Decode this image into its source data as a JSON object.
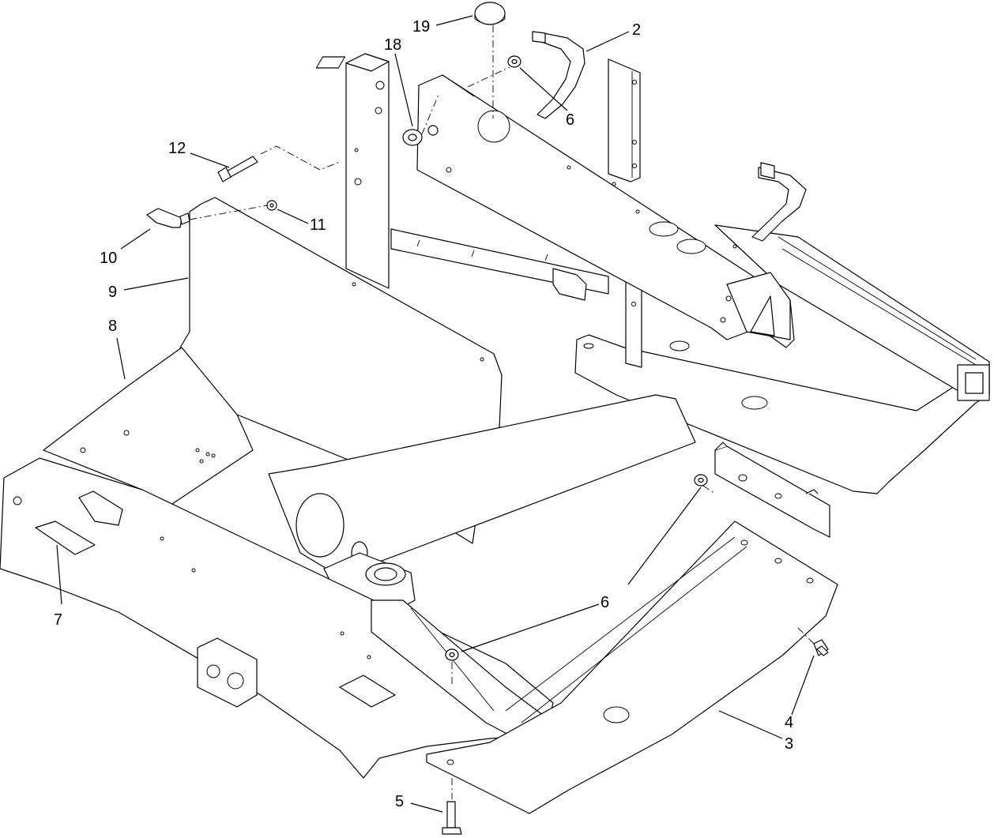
{
  "callouts": [
    {
      "id": "c19",
      "label": "19"
    },
    {
      "id": "c18",
      "label": "18"
    },
    {
      "id": "c2",
      "label": "2"
    },
    {
      "id": "c6a",
      "label": "6"
    },
    {
      "id": "c12",
      "label": "12"
    },
    {
      "id": "c11",
      "label": "11"
    },
    {
      "id": "c10",
      "label": "10"
    },
    {
      "id": "c9",
      "label": "9"
    },
    {
      "id": "c8",
      "label": "8"
    },
    {
      "id": "c7",
      "label": "7"
    },
    {
      "id": "c6b",
      "label": "6"
    },
    {
      "id": "c4",
      "label": "4"
    },
    {
      "id": "c3",
      "label": "3"
    },
    {
      "id": "c5",
      "label": "5"
    }
  ]
}
